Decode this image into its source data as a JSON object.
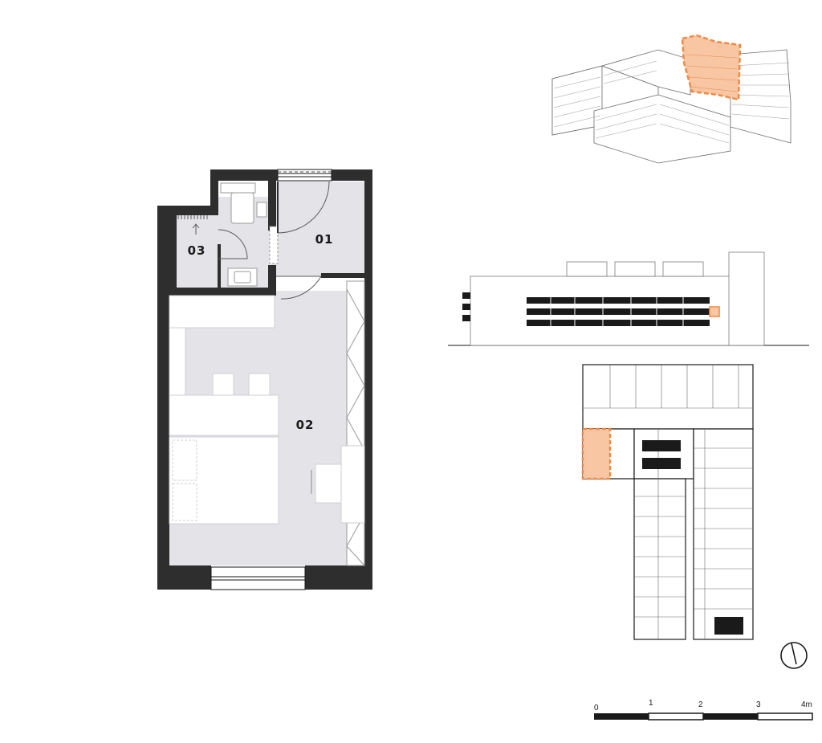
{
  "plan": {
    "rooms": [
      {
        "id": "01",
        "label": "01"
      },
      {
        "id": "02",
        "label": "02"
      },
      {
        "id": "03",
        "label": "03"
      }
    ]
  },
  "scale_bar": {
    "ticks": [
      "0",
      "1",
      "2",
      "3",
      "4m"
    ]
  },
  "colors": {
    "wall": "#2e2e2e",
    "floor": "#e4e4e8",
    "highlight": "#f08a45",
    "highlight_fill": "#f8c6a3",
    "line": "#1a1a1a"
  },
  "icons": {
    "north_arrow": "north-arrow-icon"
  }
}
